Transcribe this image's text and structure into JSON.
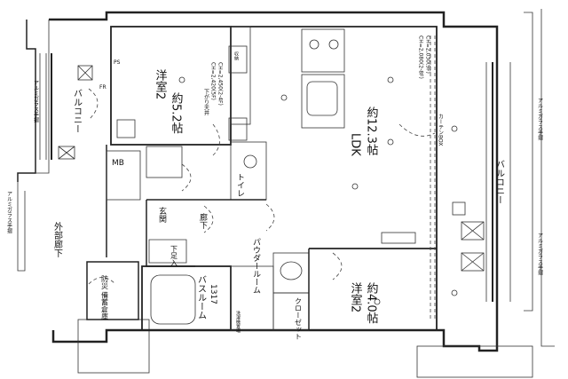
{
  "rooms": {
    "western1": {
      "name": "洋室2",
      "size": "約5.2帖"
    },
    "western2": {
      "name": "洋室2",
      "size": "約4.0帖"
    },
    "ldk": {
      "name": "LDK",
      "size": "約12.3帖"
    },
    "balcony_left": "バルコニー",
    "balcony_right": "バルコニー",
    "outer_corridor": "外部廊下",
    "entrance": "玄関",
    "hallway": "廊下",
    "mb": "MB",
    "storage_shoes": "下足入",
    "toilet": "トイレ",
    "bathroom": {
      "name": "バスルーム",
      "size": "1317"
    },
    "powder_room": "パウダールーム",
    "closet": "クローゼット",
    "fire_storage": "防災\n備蓄倉庫"
  },
  "labels": {
    "glass_rail_left": "アルミガラス手摺",
    "glass_rail_corridor": "アルミガラス手摺",
    "glass_rail_right1": "アルミガラス手摺",
    "glass_rail_right2": "アルミガラス手摺",
    "curtain_box": "カーテンBOX",
    "ceiling_height_a": "CH=2,450(2-4F)",
    "ceiling_height_b": "CH=2,420(5F)",
    "ceiling_height_c": "CH=2,030(9F)",
    "ceiling_height_d": "CH=2,080(2-8F)",
    "dropped_ceiling": "下がり天井",
    "ps": "PS",
    "fr": "FR",
    "washer": "洗濯機置場",
    "closet_small": "収納"
  }
}
